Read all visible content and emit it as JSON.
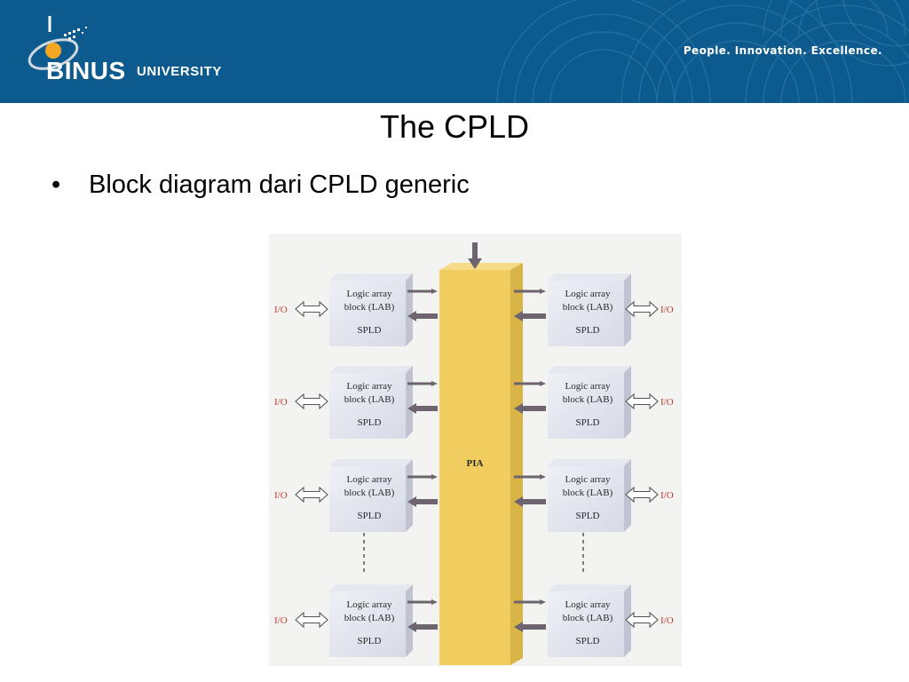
{
  "header": {
    "logo_name": "BINUS",
    "logo_suffix": "UNIVERSITY",
    "tagline": "People. Innovation. Excellence.",
    "background_color": "#0d5a8e"
  },
  "slide": {
    "title": "The CPLD",
    "bullet": "Block diagram dari CPLD generic"
  },
  "diagram": {
    "center_block_label": "PIA",
    "center_block_color": "#f0cd5e",
    "io_label": "I/O",
    "lab_blocks": {
      "left": [
        {
          "line1": "Logic array",
          "line2": "block (LAB)",
          "line3": "SPLD"
        },
        {
          "line1": "Logic array",
          "line2": "block (LAB)",
          "line3": "SPLD"
        },
        {
          "line1": "Logic array",
          "line2": "block (LAB)",
          "line3": "SPLD"
        },
        {
          "line1": "Logic array",
          "line2": "block (LAB)",
          "line3": "SPLD"
        }
      ],
      "right": [
        {
          "line1": "Logic array",
          "line2": "block (LAB)",
          "line3": "SPLD"
        },
        {
          "line1": "Logic array",
          "line2": "block (LAB)",
          "line3": "SPLD"
        },
        {
          "line1": "Logic array",
          "line2": "block (LAB)",
          "line3": "SPLD"
        },
        {
          "line1": "Logic array",
          "line2": "block (LAB)",
          "line3": "SPLD"
        }
      ]
    }
  }
}
